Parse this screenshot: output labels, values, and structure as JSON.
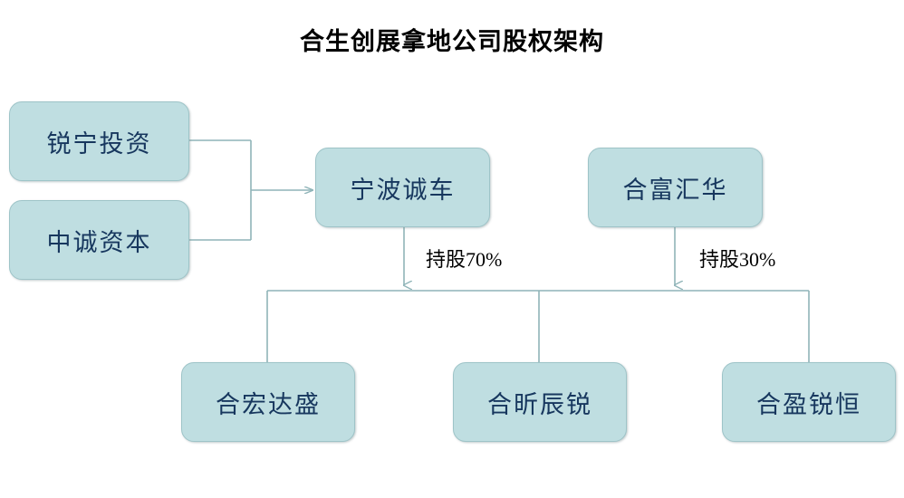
{
  "title": "合生创展拿地公司股权架构",
  "theme": {
    "node_fill": "#bfdee1",
    "node_border": "#9ec4c8",
    "node_text": "#17375e",
    "connector": "#8fb4b8",
    "label_text": "#000000",
    "background": "#ffffff"
  },
  "nodes": {
    "ruining": {
      "label": "锐宁投资"
    },
    "zhongcheng": {
      "label": "中诚资本"
    },
    "ningbo": {
      "label": "宁波诚车"
    },
    "hefu": {
      "label": "合富汇华"
    },
    "hehong": {
      "label": "合宏达盛"
    },
    "hexin": {
      "label": "合昕辰锐"
    },
    "heying": {
      "label": "合盈锐恒"
    }
  },
  "edge_labels": {
    "ningbo_share": "持股70%",
    "hefu_share": "持股30%"
  }
}
